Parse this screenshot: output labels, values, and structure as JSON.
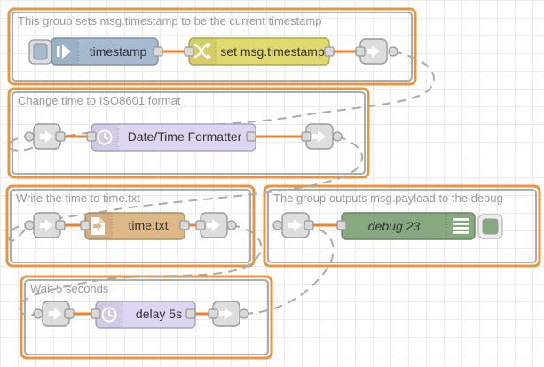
{
  "editor": {
    "type_note": "Node-RED style flow canvas",
    "colors": {
      "wire": "#ee8229",
      "group_border": "#ea9441",
      "group_inner_border": "#a3a3a3",
      "dashed_link_wire": "#aaaaaa",
      "grid": "#ececec",
      "inject_node": "#a6bbcf",
      "change_node": "#e2d96e",
      "formatter_node": "#ddd6f0",
      "file_node": "#deb887",
      "debug_node": "#87a980",
      "delay_node": "#ddd6f0",
      "link_node": "#dddddd"
    }
  },
  "groups": [
    {
      "label": "This group sets msg.timestamp to be the current timestamp"
    },
    {
      "label": "Change time to ISO8601 format"
    },
    {
      "label": "Write the time to time.txt"
    },
    {
      "label": "The group outputs msg.payload to the debug"
    },
    {
      "label": "Wait 5 seconds"
    }
  ],
  "nodes": [
    {
      "id": "inject",
      "label": "timestamp",
      "color": "#a6bbcf",
      "icon": "inject-arrow-icon"
    },
    {
      "id": "change",
      "label": "set msg.timestamp",
      "color": "#e2d96e",
      "icon": "shuffle-icon"
    },
    {
      "id": "formatter",
      "label": "Date/Time Formatter",
      "color": "#ddd6f0",
      "icon": "clock-icon"
    },
    {
      "id": "file",
      "label": "time.txt",
      "color": "#deb887",
      "icon": "file-out-icon"
    },
    {
      "id": "debug",
      "label": "debug 23",
      "color": "#87a980",
      "icon": "debug-list-icon"
    },
    {
      "id": "delay",
      "label": "delay 5s",
      "color": "#ddd6f0",
      "icon": "clock-icon"
    }
  ]
}
